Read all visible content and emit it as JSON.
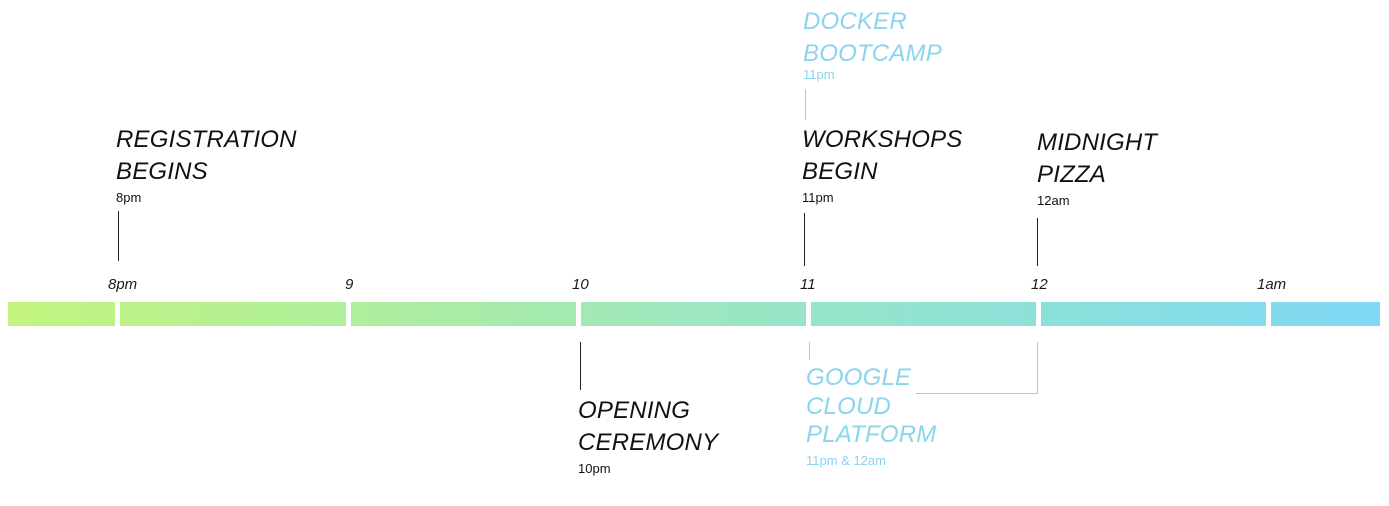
{
  "timeline": {
    "ticks": [
      "8pm",
      "9",
      "10",
      "11",
      "12",
      "1am"
    ]
  },
  "events": {
    "registration": {
      "title": "REGISTRATION\nBEGINS",
      "time": "8pm"
    },
    "workshops": {
      "title": "WORKSHOPS\nBEGIN",
      "time": "11pm"
    },
    "docker": {
      "title": "DOCKER\nBOOTCAMP",
      "time": "11pm"
    },
    "pizza": {
      "title": "MIDNIGHT\nPIZZA",
      "time": "12am"
    },
    "opening": {
      "title": "OPENING\nCEREMONY",
      "time": "10pm"
    },
    "gcp": {
      "title": "GOOGLE\nCLOUD\nPLATFORM",
      "time": "11pm & 12am"
    }
  },
  "colors": {
    "bar_start": "#c3f47d",
    "bar_end": "#7fd8f5",
    "workshop_accent": "#8ad4ee",
    "text": "#111111"
  }
}
